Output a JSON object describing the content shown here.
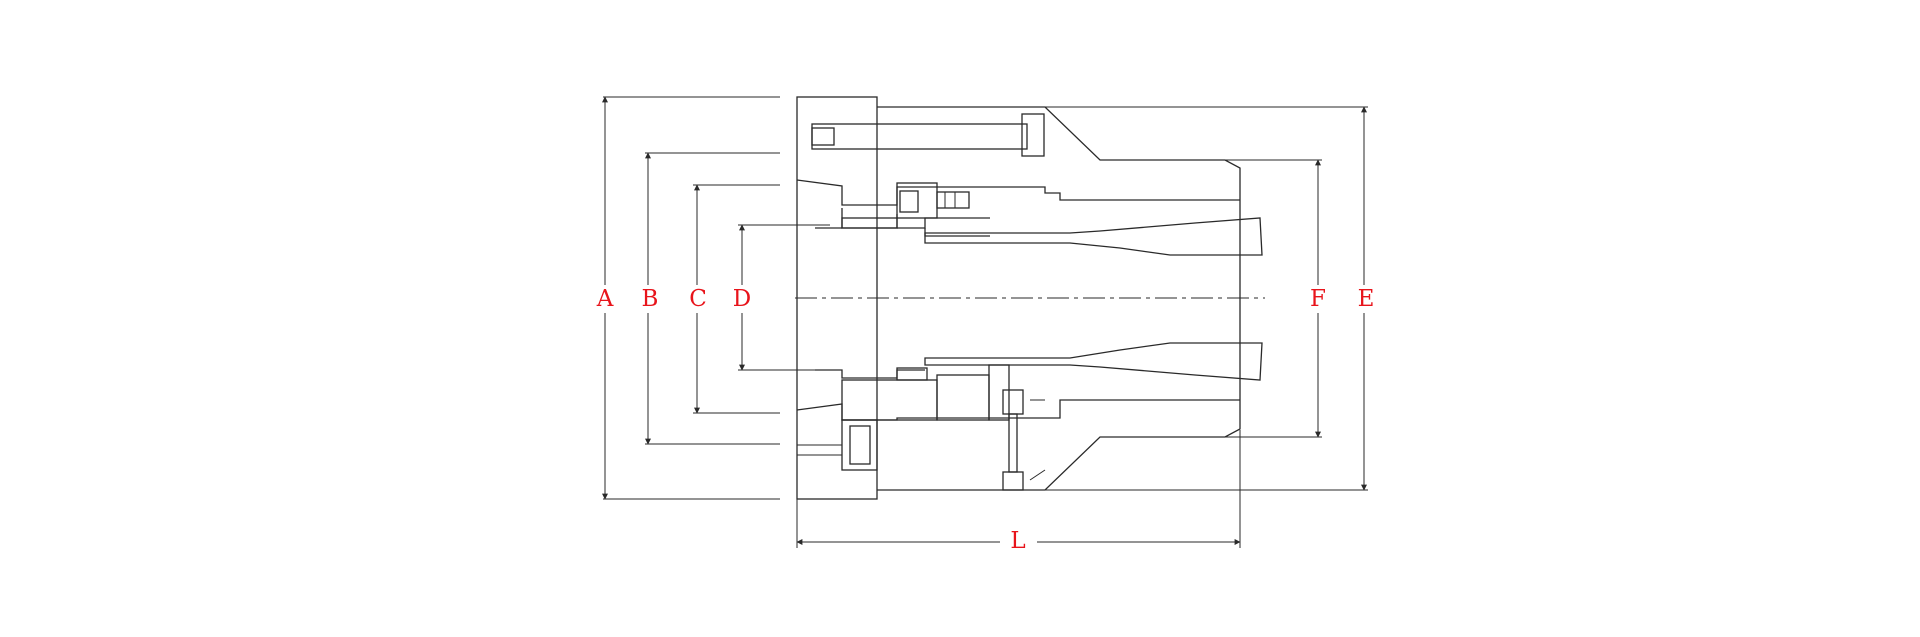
{
  "colors": {
    "label": "#e8141b",
    "line": "#2a2a2a",
    "background": "#ffffff"
  },
  "labels": {
    "a": "A",
    "b": "B",
    "c": "C",
    "d": "D",
    "e": "E",
    "f": "F",
    "l": "L"
  }
}
